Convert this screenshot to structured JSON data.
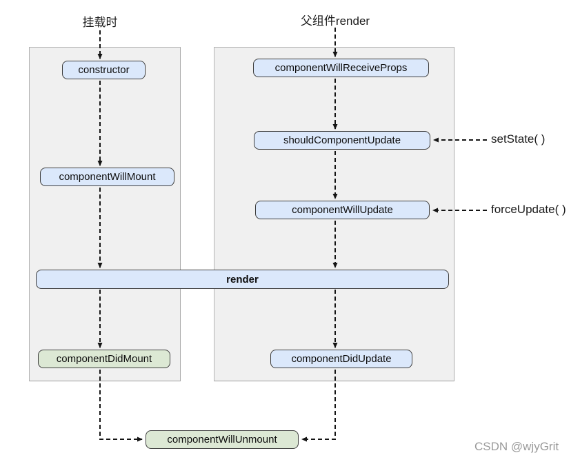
{
  "titles": {
    "mount": "挂载时",
    "parent_render": "父组件render"
  },
  "nodes": {
    "constructor": "constructor",
    "component_will_mount": "componentWillMount",
    "component_did_mount": "componentDidMount",
    "component_will_receive_props": "componentWillReceiveProps",
    "should_component_update": "shouldComponentUpdate",
    "component_will_update": "componentWillUpdate",
    "component_did_update": "componentDidUpdate",
    "render": "render",
    "component_will_unmount": "componentWillUnmount"
  },
  "annotations": {
    "set_state": "setState( )",
    "force_update": "forceUpdate( )"
  },
  "watermark": "CSDN @wjyGrit",
  "colors": {
    "lifecycle_box": "#dbe8fb",
    "did_box": "#dce8d4",
    "panel_bg": "#f0f0f0",
    "arrow": "#141414",
    "watermark": "#9a9a9a"
  }
}
